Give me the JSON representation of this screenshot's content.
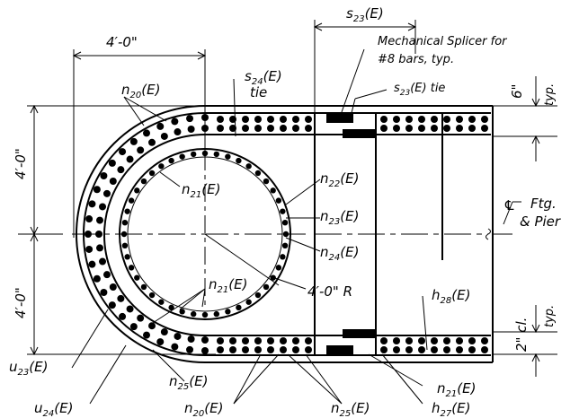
{
  "labels": {
    "dim_s23_top": "s",
    "dim_s23_top_sub": "23",
    "dim_s23_top_suffix": "(E)",
    "mech_splicer_line1": "Mechanical Splicer for",
    "mech_splicer_line2": "#8 bars, typ.",
    "s23_tie": "s",
    "s23_tie_sub": "23",
    "s23_tie_suffix": "(E) tie",
    "dim_4ft_top": "4′-0\"",
    "dim_6in": "6\"",
    "typ_top": "typ.",
    "s24_tie": "s",
    "s24_tie_sub": "24",
    "s24_tie_suffix": "(E)",
    "s24_tie_word": "tie",
    "n20_top": "n",
    "n20_top_sub": "20",
    "n20_top_suffix": "(E)",
    "dim_4ft_left_upper": "4′-0\"",
    "n21_upper": "n",
    "n21_upper_sub": "21",
    "n21_upper_suffix": "(E)",
    "n22": "n",
    "n22_sub": "22",
    "n22_suffix": "(E)",
    "n23": "n",
    "n23_sub": "23",
    "n23_suffix": "(E)",
    "cl_ftg": "Ftg.",
    "cl_pier": "& Pier",
    "cl_symbol": "℄",
    "n24": "n",
    "n24_sub": "24",
    "n24_suffix": "(E)",
    "dim_4ft_left_lower": "4′-0\"",
    "n21_mid": "n",
    "n21_mid_sub": "21",
    "n21_mid_suffix": "(E)",
    "radius": "4′-0\" R",
    "h28": "h",
    "h28_sub": "28",
    "h28_suffix": "(E)",
    "dim_2in_cl": "2\" cl.",
    "typ_bottom": "typ.",
    "u23": "u",
    "u23_sub": "23",
    "u23_suffix": "(E)",
    "n25_left": "n",
    "n25_left_sub": "25",
    "n25_left_suffix": "(E)",
    "n21_lower": "n",
    "n21_lower_sub": "21",
    "n21_lower_suffix": "(E)",
    "u24": "u",
    "u24_sub": "24",
    "u24_suffix": "(E)",
    "n20_bottom": "n",
    "n20_bottom_sub": "20",
    "n20_bottom_suffix": "(E)",
    "n25_right": "n",
    "n25_right_sub": "25",
    "n25_right_suffix": "(E)",
    "h27": "h",
    "h27_sub": "27",
    "h27_suffix": "(E)"
  }
}
